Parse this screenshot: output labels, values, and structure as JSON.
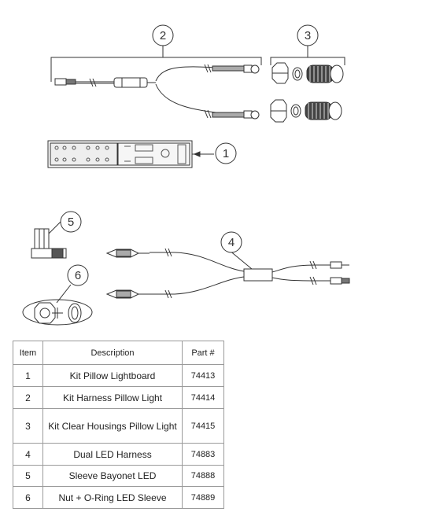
{
  "callouts": [
    "2",
    "3",
    "1",
    "5",
    "4",
    "6"
  ],
  "table": {
    "headers": [
      "Item",
      "Description",
      "Part #"
    ],
    "rows": [
      {
        "item": "1",
        "description": "Kit Pillow Lightboard",
        "part": "74413"
      },
      {
        "item": "2",
        "description": "Kit Harness Pillow Light",
        "part": "74414"
      },
      {
        "item": "3",
        "description": "Kit Clear Housings Pillow Light",
        "part": "74415"
      },
      {
        "item": "4",
        "description": "Dual LED Harness",
        "part": "74883"
      },
      {
        "item": "5",
        "description": "Sleeve Bayonet LED",
        "part": "74888"
      },
      {
        "item": "6",
        "description": "Nut + O-Ring LED Sleeve",
        "part": "74889"
      }
    ]
  }
}
